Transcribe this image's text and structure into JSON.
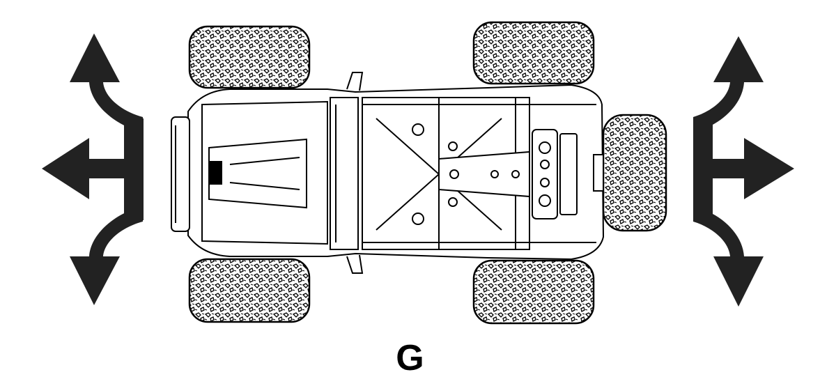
{
  "figure": {
    "caption": "G",
    "ink_color": "#000000",
    "background_color": "#ffffff",
    "subject": "rc-truck-top-view",
    "arrow_groups": [
      {
        "side": "left",
        "directions": [
          "up",
          "left",
          "down"
        ]
      },
      {
        "side": "right",
        "directions": [
          "up",
          "right",
          "down"
        ]
      }
    ]
  }
}
